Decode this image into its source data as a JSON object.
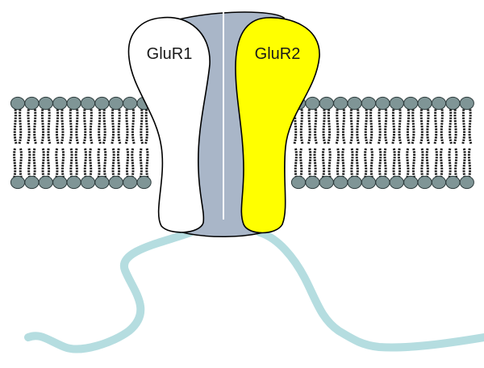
{
  "diagram": {
    "subunits": [
      {
        "id": "glur1",
        "label": "GluR1",
        "fill": "#ffffff"
      },
      {
        "id": "glur2",
        "label": "GluR2",
        "fill": "#ffff00"
      }
    ],
    "colors": {
      "channel_body": "#a9b6c8",
      "channel_outline": "#000000",
      "pore_line": "#ffffff",
      "lipid_head": "#7f9596",
      "lipid_tail": "#1a1a1a",
      "c_terminal_tail": "#b5dde0"
    },
    "icons": {
      "membrane": "phospholipid-bilayer-icon",
      "receptor": "ion-channel-icon"
    }
  }
}
